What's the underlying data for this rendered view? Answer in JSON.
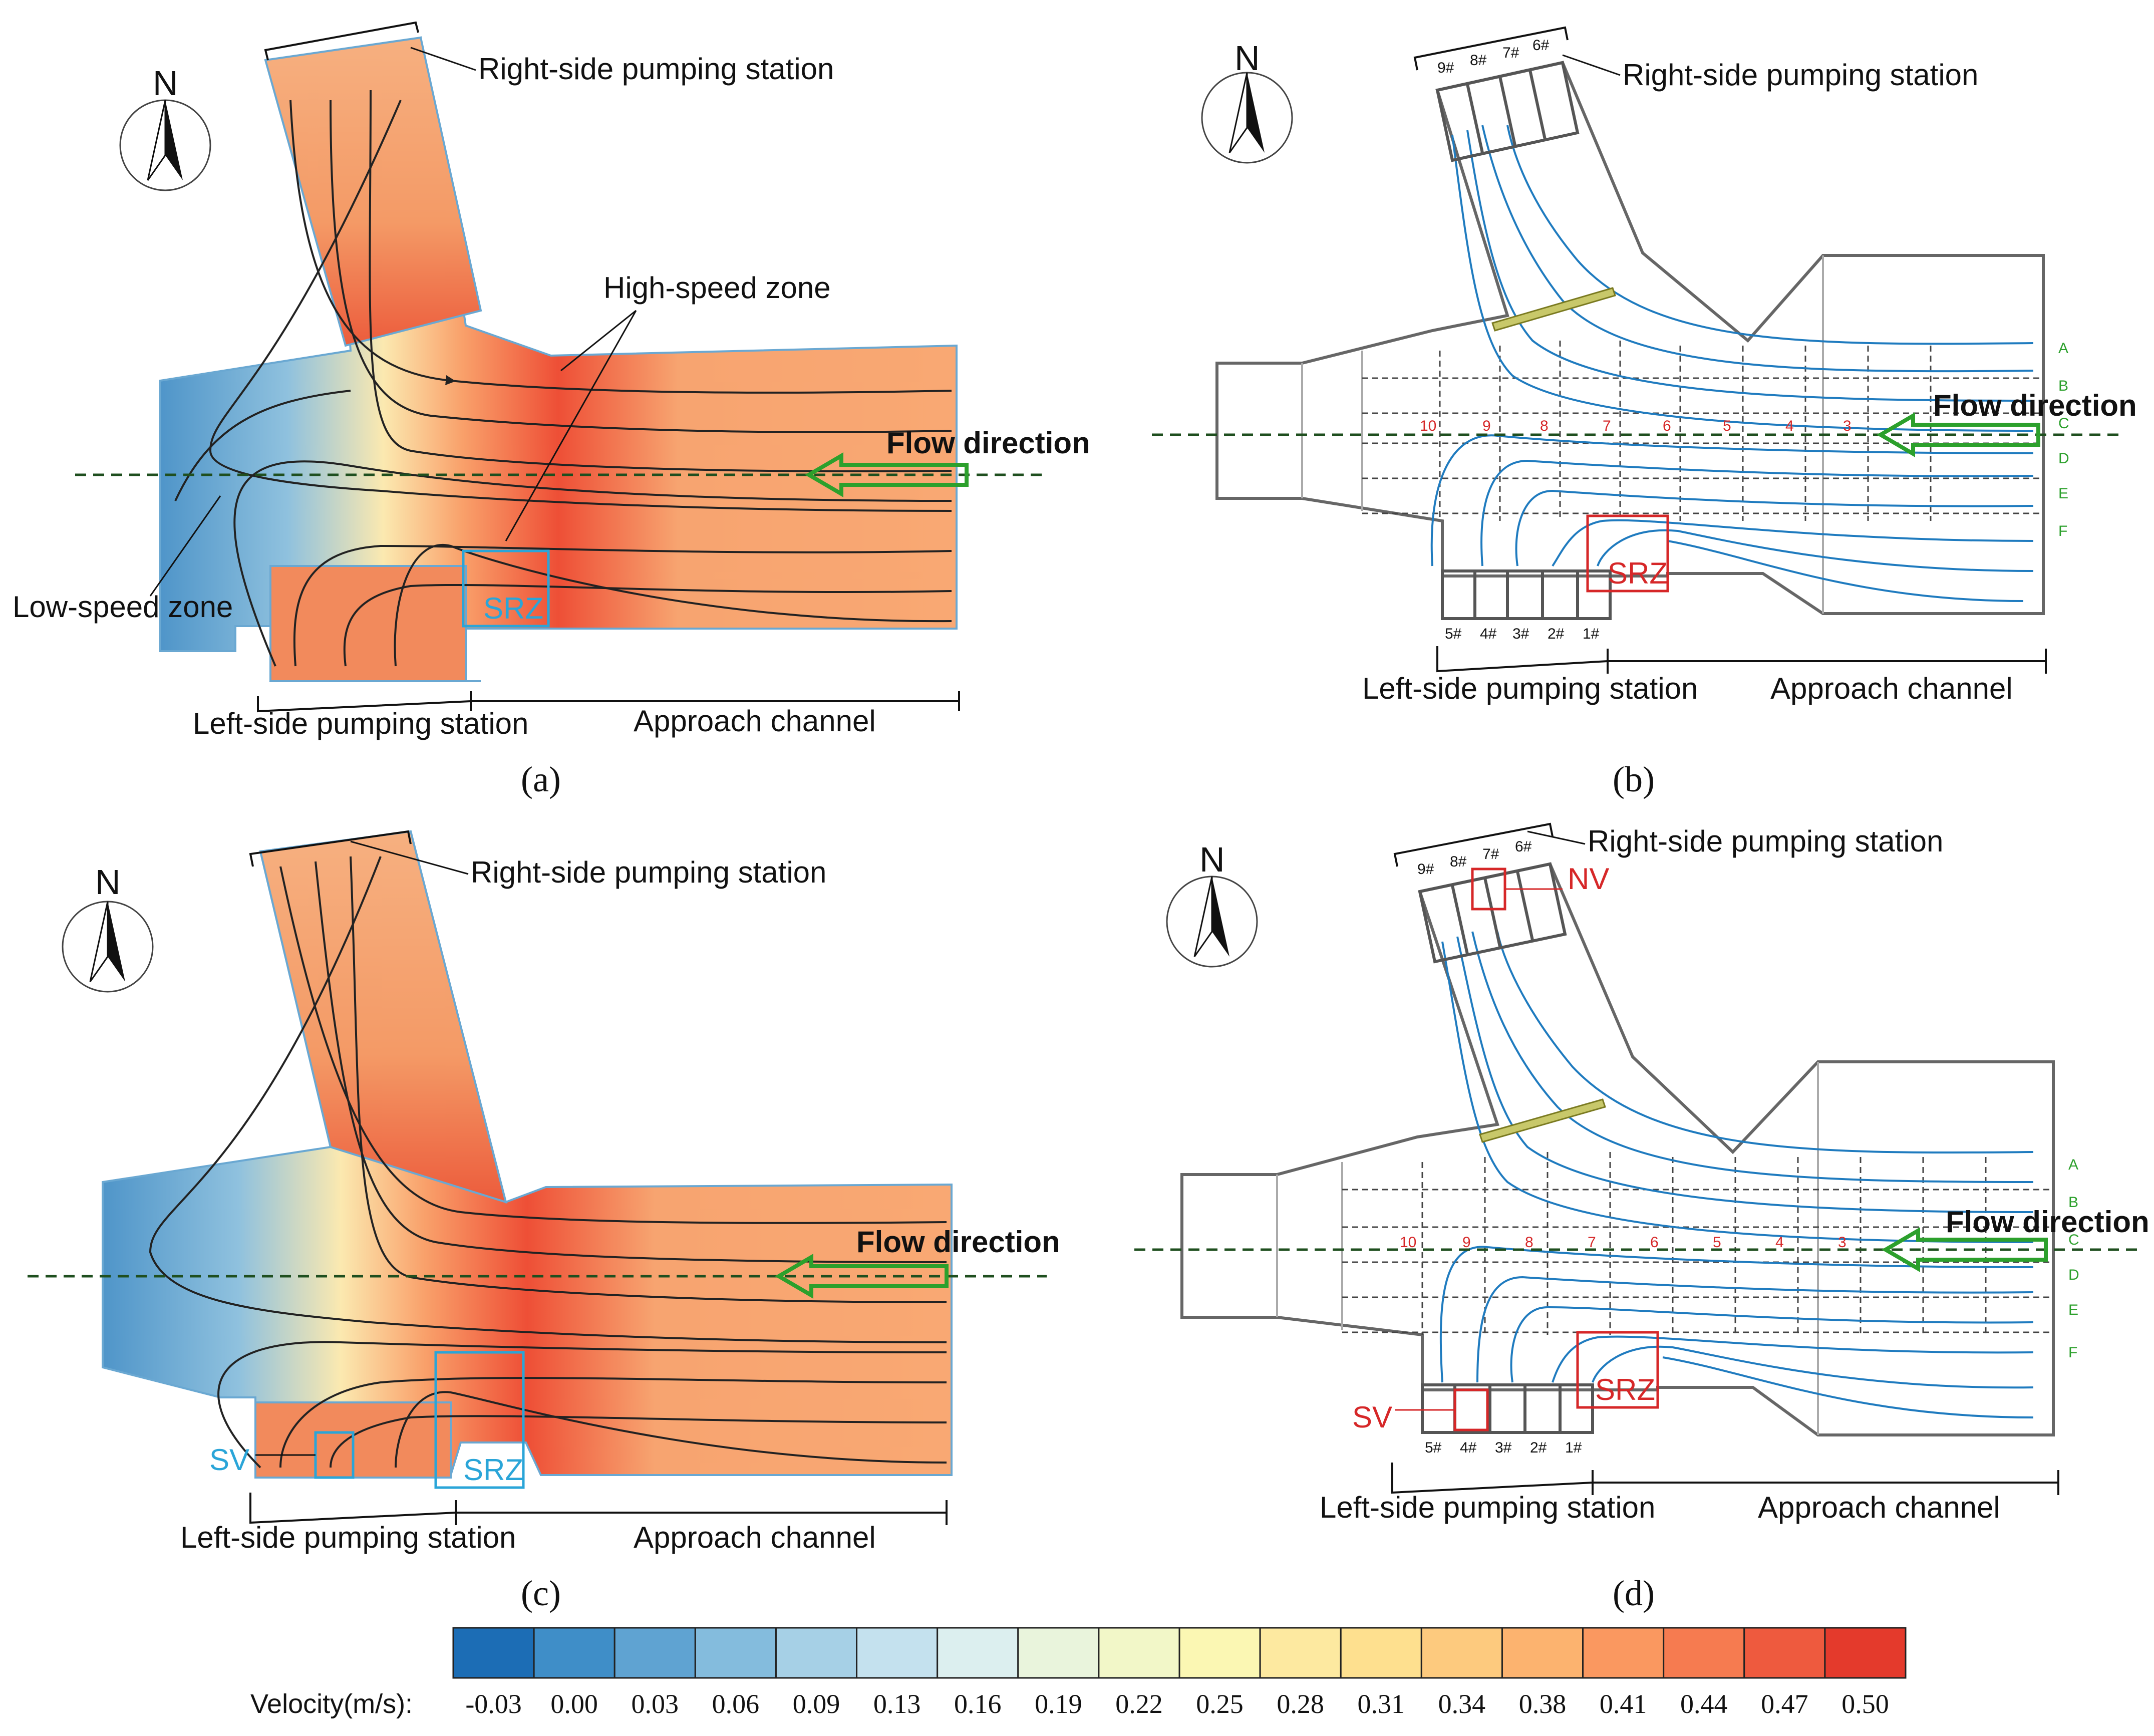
{
  "labels": {
    "right_station": "Right-side pumping station",
    "left_station": "Left-side pumping station",
    "approach": "Approach channel",
    "flow": "Flow direction",
    "high_speed": "High-speed zone",
    "low_speed": "Low-speed zone",
    "north": "N",
    "srz": "SRZ",
    "sv": "SV",
    "nv": "NV"
  },
  "captions": {
    "a": "(a)",
    "b": "(b)",
    "c": "(c)",
    "d": "(d)"
  },
  "pumps_right": [
    "9#",
    "8#",
    "7#",
    "6#"
  ],
  "pumps_left": [
    "5#",
    "4#",
    "3#",
    "2#",
    "1#"
  ],
  "sections_num": [
    "10",
    "9",
    "8",
    "7",
    "6",
    "5",
    "4",
    "3"
  ],
  "sections_letter": [
    "A",
    "B",
    "C",
    "D",
    "E",
    "F"
  ],
  "colorbar": {
    "label": "Velocity(m/s):",
    "ticks": [
      "-0.03",
      "0.00",
      "0.03",
      "0.06",
      "0.09",
      "0.13",
      "0.16",
      "0.19",
      "0.22",
      "0.25",
      "0.28",
      "0.31",
      "0.34",
      "0.38",
      "0.41",
      "0.44",
      "0.47",
      "0.50"
    ],
    "colors": [
      "#1c6db5",
      "#3f8ec8",
      "#5fa3d2",
      "#84bcdd",
      "#a6d0e6",
      "#c4e1ee",
      "#dcefef",
      "#e9f4dc",
      "#f2f7c8",
      "#fbf7b3",
      "#fde9a0",
      "#fee08f",
      "#fdca7e",
      "#fcb36f",
      "#fa9860",
      "#f67b50",
      "#ee5a3e",
      "#e43a2c"
    ]
  }
}
